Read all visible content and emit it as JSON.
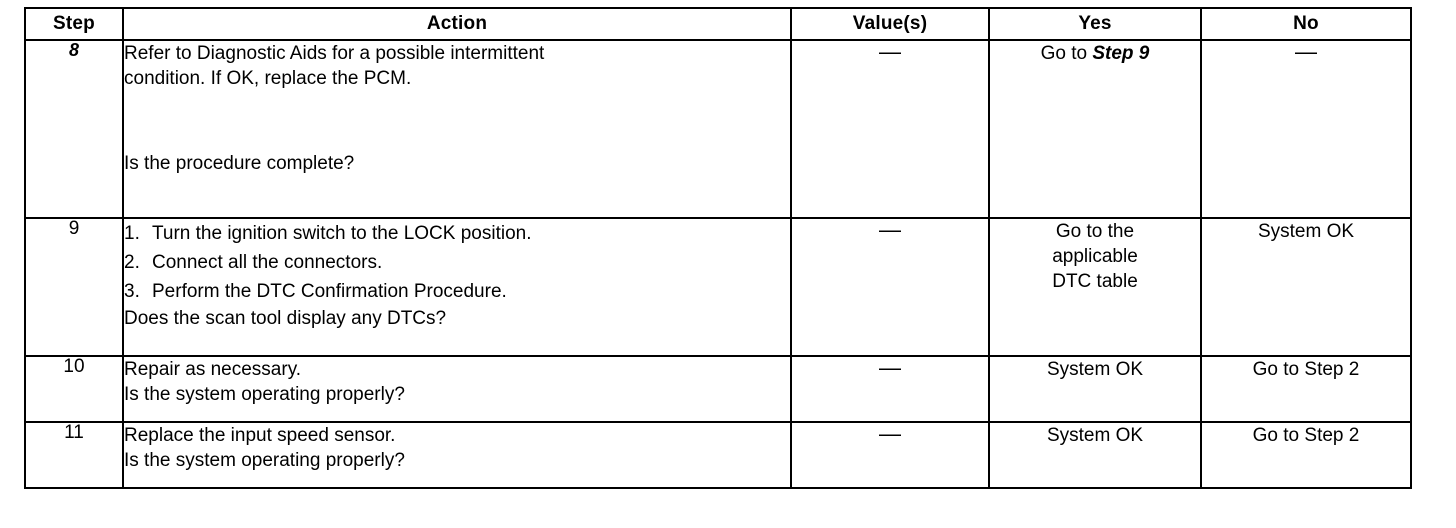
{
  "table": {
    "headers": [
      {
        "key": "step",
        "label": "Step"
      },
      {
        "key": "action",
        "label": "Action"
      },
      {
        "key": "value",
        "label": "Value(s)"
      },
      {
        "key": "yes",
        "label": "Yes"
      },
      {
        "key": "no",
        "label": "No"
      }
    ],
    "rows": [
      {
        "step": "8",
        "step_style": "italic",
        "action_lead_line1": "Refer to Diagnostic Aids for a possible intermittent",
        "action_lead_line2": "condition. If OK, replace the PCM.",
        "action_question": "Is the procedure complete?",
        "value": "—",
        "yes_prefix": "Go to ",
        "yes_italic": "Step 9",
        "no": "—"
      },
      {
        "step": "9",
        "step_style": "normal",
        "list": [
          {
            "num": "1.",
            "text": "Turn the ignition switch to the LOCK position."
          },
          {
            "num": "2.",
            "text": "Connect all the connectors."
          },
          {
            "num": "3.",
            "text": "Perform the DTC Confirmation Procedure."
          }
        ],
        "action_question": "Does the scan tool display any DTCs?",
        "value": "—",
        "yes_line1": "Go to the",
        "yes_line2": "applicable",
        "yes_line3": "DTC table",
        "no": "System OK"
      },
      {
        "step": "10",
        "step_style": "normal",
        "action_lead_line1": "Repair as necessary.",
        "action_question": "Is the system operating properly?",
        "value": "—",
        "yes": "System OK",
        "no": "Go to Step 2"
      },
      {
        "step": "11",
        "step_style": "normal",
        "action_lead_line1": "Replace the input speed sensor.",
        "action_question": "Is the system operating properly?",
        "value": "—",
        "yes": "System OK",
        "no": "Go to Step 2"
      }
    ]
  },
  "colors": {
    "ink": "#000000",
    "paper": "#ffffff"
  }
}
